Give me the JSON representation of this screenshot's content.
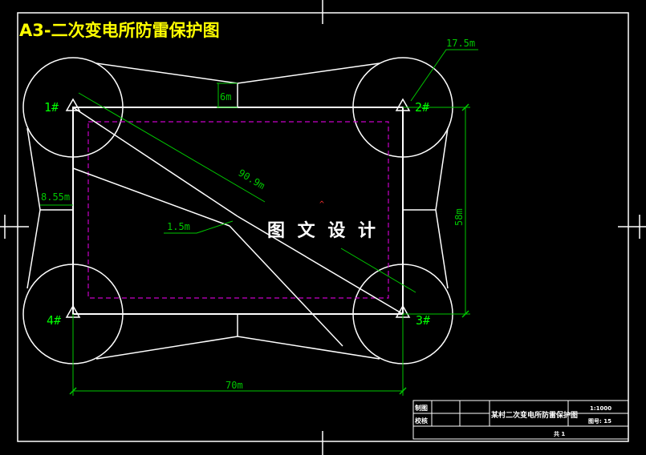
{
  "drawing_title": "A3-二次变电所防雷保护图",
  "labels": {
    "pole1": "1#",
    "pole2": "2#",
    "pole3": "3#",
    "pole4": "4#",
    "dim_radius": "17.5m",
    "dim_gap": "6m",
    "dim_diagonal": "90.9m",
    "dim_side": "8.55m",
    "dim_small": "1.5m",
    "dim_height": "58m",
    "dim_width": "70m",
    "watermark": "图 文 设 计"
  },
  "title_block": {
    "row1_label": "制图",
    "row2_label": "校核",
    "name": "某村二次变电所防雷保护图",
    "scale": "1:1000",
    "sheet_no": "图号: 15",
    "page": "共 1"
  },
  "colors": {
    "background": "#000000",
    "line": "#ffffff",
    "dimension": "#00c800",
    "text_green": "#00ff00",
    "title_yellow": "#ffff00",
    "boundary_magenta": "#c800c8"
  }
}
